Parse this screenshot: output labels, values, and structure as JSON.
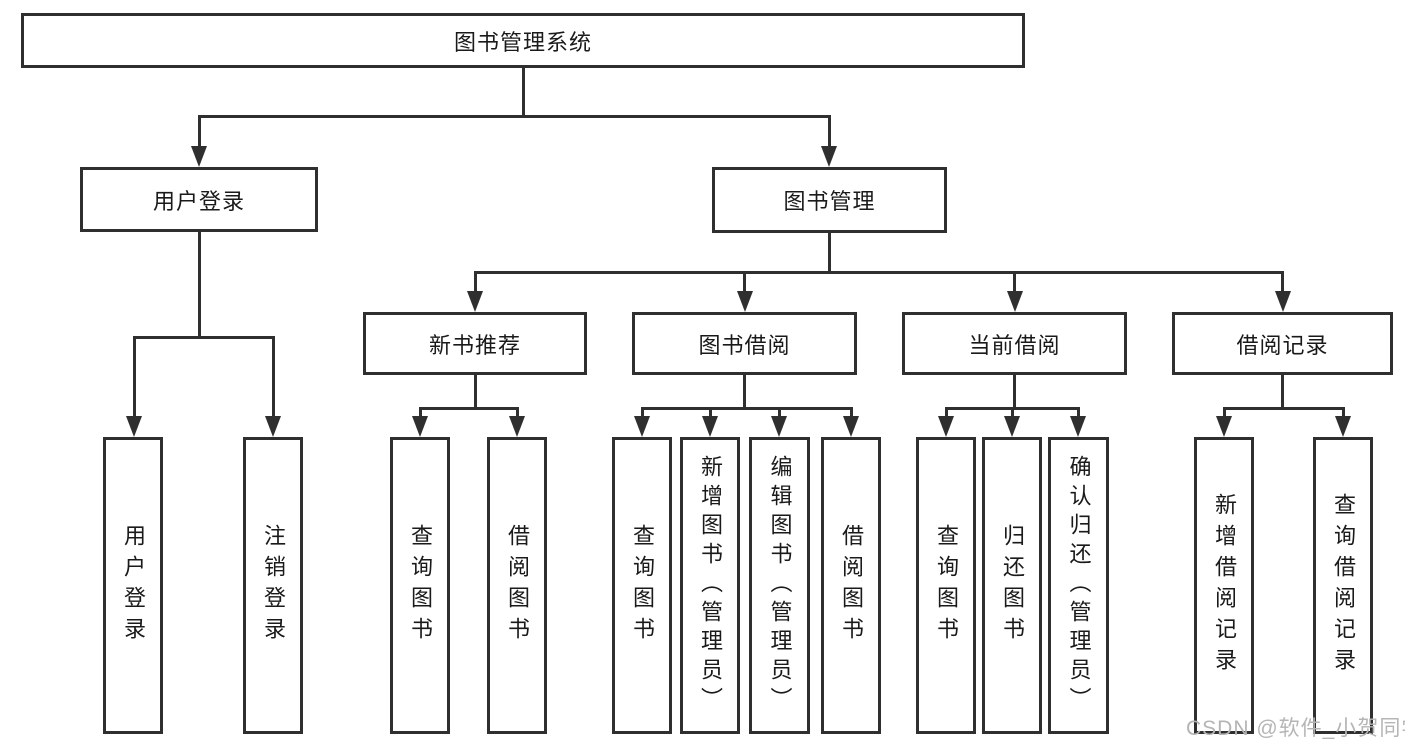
{
  "colors": {
    "line": "#2f2f2f",
    "text": "#1a1a1a",
    "watermark": "#b5b5b5",
    "background": "#ffffff"
  },
  "diagram": {
    "root_label": "图书管理系统",
    "branches": {
      "user_login": {
        "label": "用户登录",
        "children": [
          "用户登录",
          "注销登录"
        ]
      },
      "book_management": {
        "label": "图书管理"
      }
    },
    "modules": [
      {
        "label": "新书推荐",
        "children": [
          "查询图书",
          "借阅图书"
        ]
      },
      {
        "label": "图书借阅",
        "children": [
          "查询图书",
          "新增图书（管理员）",
          "编辑图书（管理员）",
          "借阅图书"
        ]
      },
      {
        "label": "当前借阅",
        "children": [
          "查询图书",
          "归还图书",
          "确认归还（管理员）"
        ]
      },
      {
        "label": "借阅记录",
        "children": [
          "新增借阅记录",
          "查询借阅记录"
        ]
      }
    ],
    "watermark": "CSDN @软件_小贺同学"
  }
}
